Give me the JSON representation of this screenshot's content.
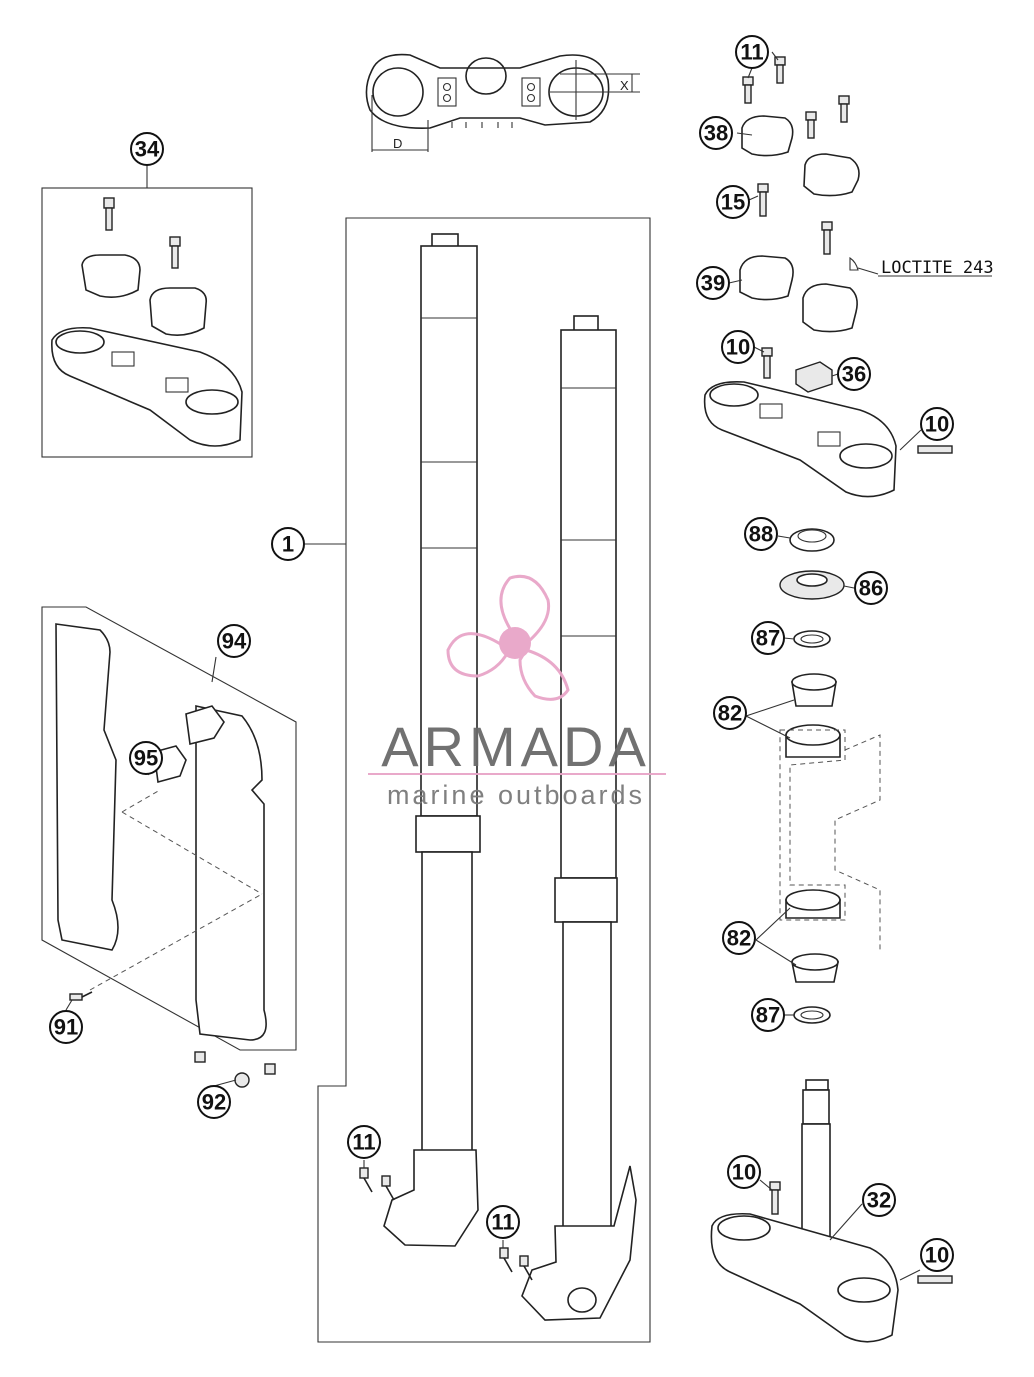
{
  "callouts": [
    {
      "label": "34"
    },
    {
      "label": "11"
    },
    {
      "label": "38"
    },
    {
      "label": "15"
    },
    {
      "label": "39"
    },
    {
      "label": "10"
    },
    {
      "label": "36"
    },
    {
      "label": "10"
    },
    {
      "label": "1"
    },
    {
      "label": "88"
    },
    {
      "label": "86"
    },
    {
      "label": "94"
    },
    {
      "label": "87"
    },
    {
      "label": "82"
    },
    {
      "label": "95"
    },
    {
      "label": "82"
    },
    {
      "label": "87"
    },
    {
      "label": "91"
    },
    {
      "label": "92"
    },
    {
      "label": "11"
    },
    {
      "label": "11"
    },
    {
      "label": "10"
    },
    {
      "label": "32"
    },
    {
      "label": "10"
    }
  ],
  "annotation": {
    "loctite": "LOCTITE 243"
  },
  "dimensions": {
    "x": "X",
    "d": "D"
  },
  "watermark": {
    "title": "ARMADA",
    "subtitle": "marine outboards",
    "color": "#e8a5c8"
  }
}
